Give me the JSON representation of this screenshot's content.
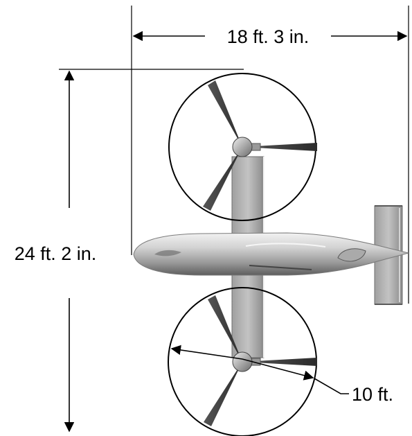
{
  "diagram": {
    "dimensions": {
      "length": "18 ft. 3 in.",
      "span": "24 ft. 2 in.",
      "rotor_diameter": "10 ft."
    },
    "colors": {
      "line": "#000000",
      "fuselage_light": "#e6e6e6",
      "fuselage_mid": "#b3b3b3",
      "fuselage_dark": "#6f6f6f",
      "wing": "#b5b5b5",
      "wing_edge": "#7a7a7a",
      "blade": "#3a3a3a",
      "background": "#ffffff"
    }
  }
}
